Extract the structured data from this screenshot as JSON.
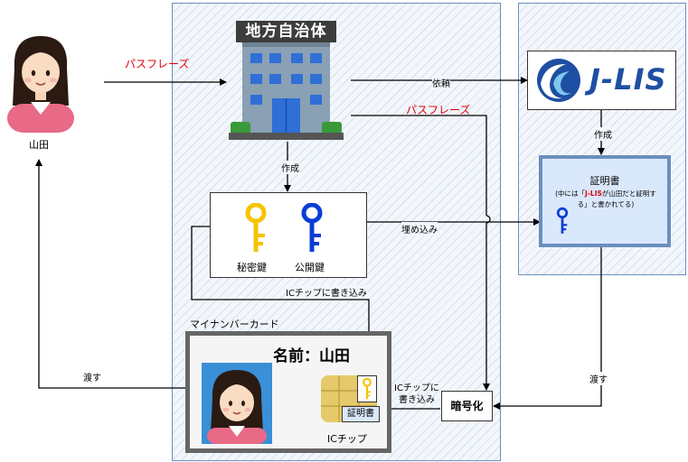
{
  "person": {
    "name": "山田"
  },
  "government": {
    "label": "地方自治体"
  },
  "jlis": {
    "logo_text": "J-LIS"
  },
  "flows": {
    "passphrase_1": "パスフレーズ",
    "passphrase_2": "パスフレーズ",
    "request": "依頼",
    "create_keys": "作成",
    "create_cert": "作成",
    "embed": "埋め込み",
    "write_chip_1": "ICチップに書き込み",
    "write_chip_2a": "ICチップに",
    "write_chip_2b": "書き込み",
    "hand_over_1": "渡す",
    "hand_over_2": "渡す"
  },
  "keys": {
    "private": "秘密鍵",
    "public": "公開鍵"
  },
  "certificate": {
    "title": "証明書",
    "note_prefix": "(中には「",
    "note_highlight": "J-LIS",
    "note_mid": "が山田だと証明す",
    "note_line2": "る」と書かれてる)"
  },
  "card": {
    "caption": "マイナンバーカード",
    "name_label": "名前：山田",
    "chip_label": "ICチップ",
    "chip_cert": "証明書"
  },
  "encrypt": {
    "label": "暗号化"
  },
  "colors": {
    "panel_border": "#6c8ebf",
    "cert_border": "#6c8ebf",
    "card_border": "#666666",
    "private_key": "#f5c400",
    "public_key": "#0a3dd6",
    "accent_red": "#e0000b",
    "jlis_blue": "#1e4fa3"
  }
}
